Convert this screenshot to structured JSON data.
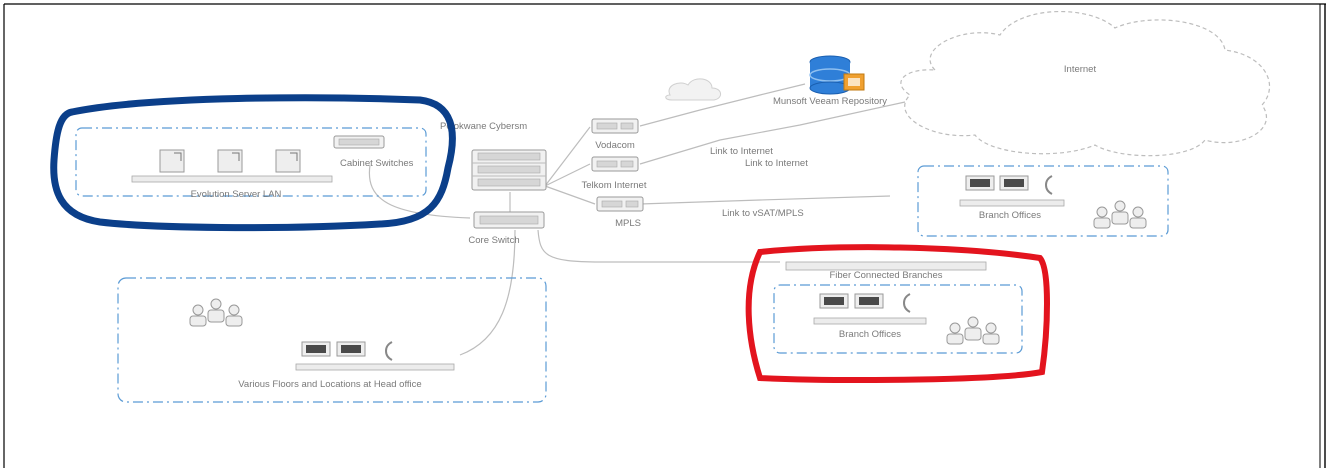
{
  "labels": {
    "internet": "Internet",
    "repository": "Munsoft Veeam Repository",
    "polokwane": "Polokwane Cybersm",
    "vodacom": "Vodacom",
    "link_internet_1": "Link to Internet",
    "link_internet_2": "Link to Internet",
    "telkom": "Telkom Internet",
    "mpls": "MPLS",
    "link_vsat": "Link to vSAT/MPLS",
    "cabinet_switches": "Cabinet Switches",
    "evolution_server_lan": "Evolution Server LAN",
    "core_switch": "Core Switch",
    "branch_offices_right": "Branch Offices",
    "fiber_connected": "Fiber Connected Branches",
    "branch_offices_fiber": "Branch Offices",
    "head_office": "Various Floors and Locations at Head office"
  },
  "highlights": {
    "blue": "#0b3f8a",
    "red": "#e3141e"
  },
  "colors": {
    "dash": "#5b9bd5",
    "line": "#bdbdbd",
    "database": "#2f7fd8",
    "database_badge": "#f0a030"
  }
}
